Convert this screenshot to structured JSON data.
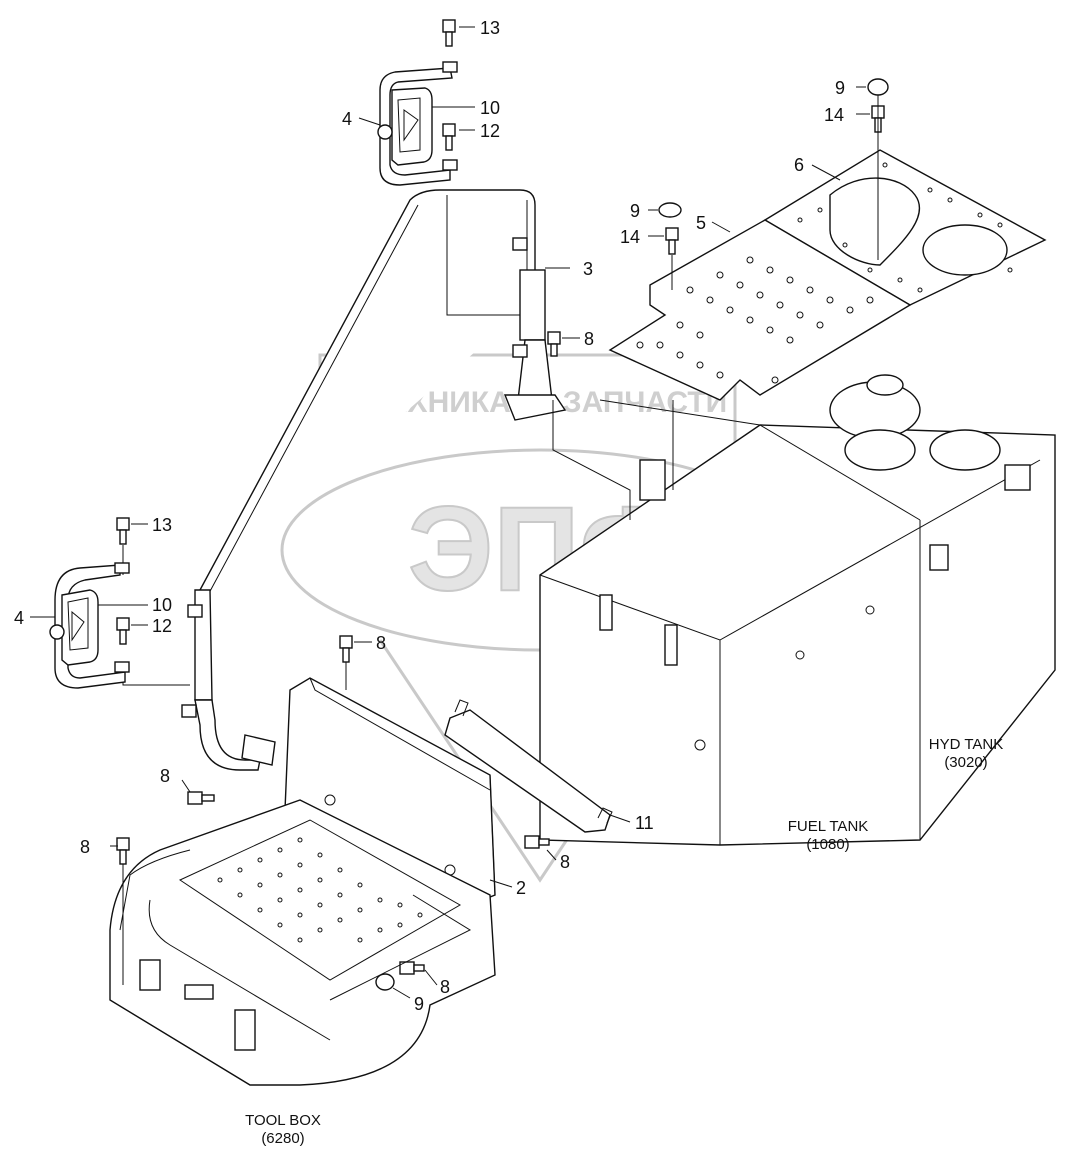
{
  "callouts": {
    "c13a": "13",
    "c4a": "4",
    "c10a": "10",
    "c12a": "12",
    "c3": "3",
    "c8a": "8",
    "c13b": "13",
    "c4b": "4",
    "c10b": "10",
    "c12b": "12",
    "c8b": "8",
    "c8c": "8",
    "c8d": "8",
    "c8e": "8",
    "c8f": "8",
    "c9a": "9",
    "c14a": "14",
    "c6": "6",
    "c9b": "9",
    "c14b": "14",
    "c5": "5",
    "c11": "11",
    "c2": "2",
    "c9c": "9"
  },
  "captions": {
    "hyd_tank_name": "HYD TANK",
    "hyd_tank_code": "(3020)",
    "fuel_tank_name": "FUEL TANK",
    "fuel_tank_code": "(1080)",
    "tool_box_name": "TOOL BOX",
    "tool_box_code": "(6280)"
  },
  "watermark": {
    "top_left": "ТЕХНИКА",
    "top_right": "ЗАПЧАСТИ",
    "logo": "ЭПФ"
  }
}
